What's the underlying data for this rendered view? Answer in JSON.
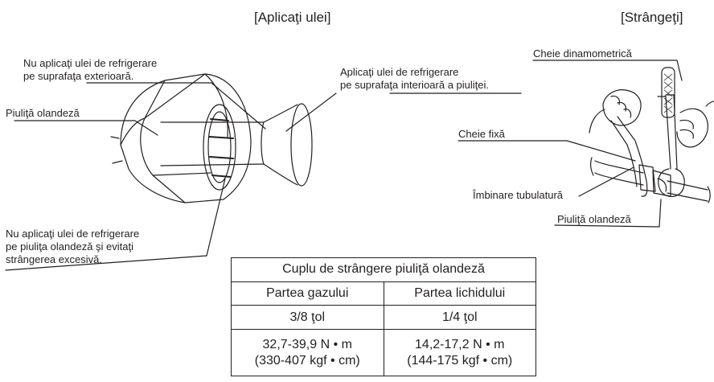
{
  "headings": {
    "apply_oil": "[Aplicaţi ulei]",
    "tighten": "[Strângeţi]"
  },
  "labels": {
    "no_oil_outside": "Nu aplicaţi ulei de refrigerare\npe suprafaţa exterioară.",
    "flare_nut_left": "Piuliţă olandeză",
    "apply_oil_inside": "Aplicaţi ulei de refrigerare\npe suprafaţa interioară a piuliţei.",
    "no_oil_nut": "Nu aplicaţi ulei de refrigerare\npe piuliţa olandeză şi evitaţi\nstrângerea excesivă.",
    "torque_wrench": "Cheie dinamometrică",
    "spanner": "Cheie fixă",
    "union": "Îmbinare tubulatură",
    "flare_nut_right": "Piuliţă olandeză"
  },
  "table": {
    "title": "Cuplu de strângere piuliţă olandeză",
    "col_gas": "Partea gazului",
    "col_liquid": "Partea lichidului",
    "size_gas": "3/8 ţol",
    "size_liquid": "1/4 ţol",
    "torque_gas": "32,7-39,9 N • m\n(330-407 kgf • cm)",
    "torque_liquid": "14,2-17,2 N • m\n(144-175 kgf • cm)"
  }
}
